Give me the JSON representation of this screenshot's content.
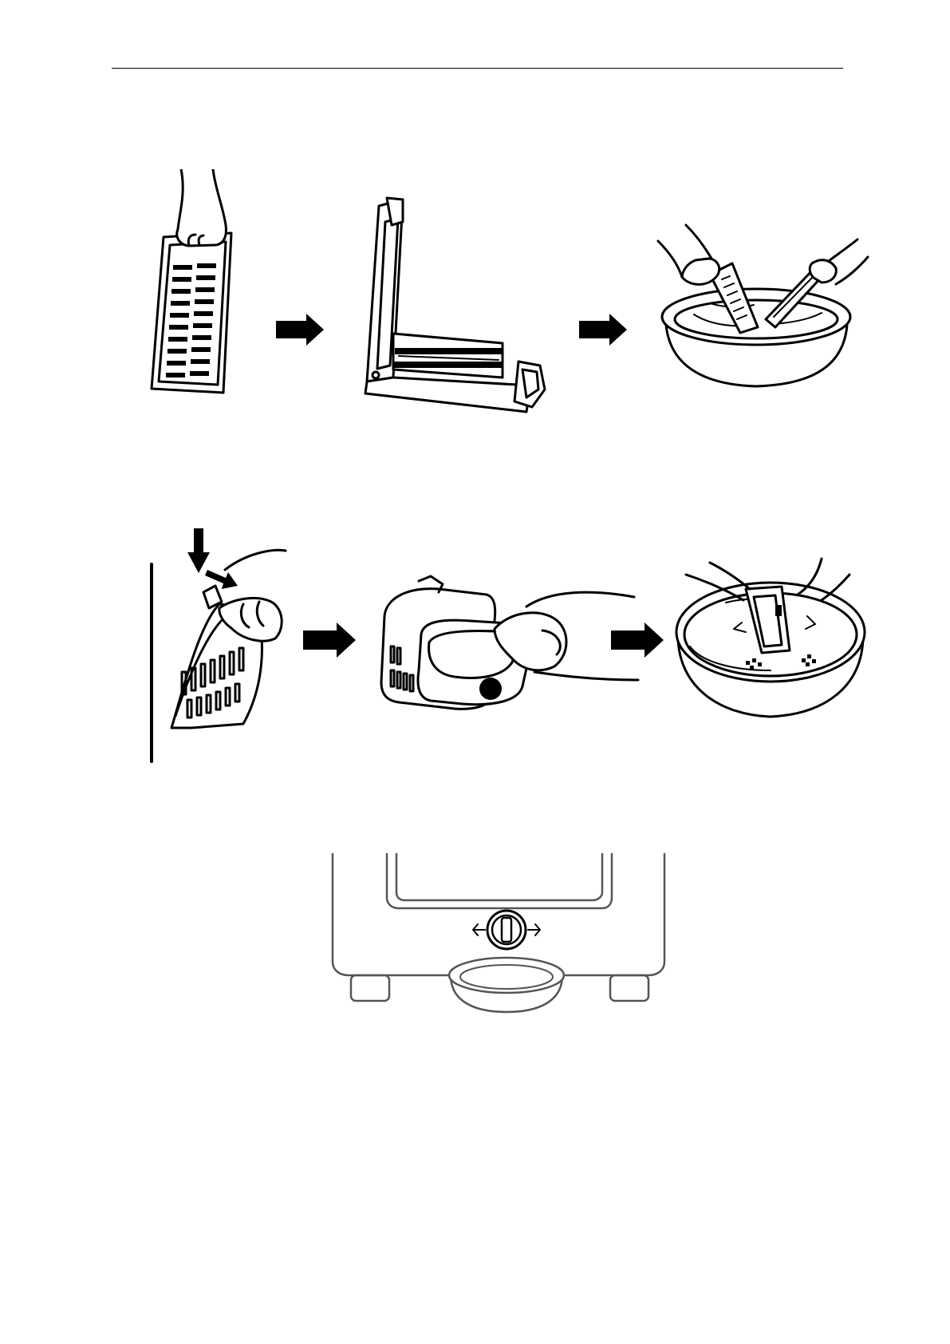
{
  "header": {
    "rule": true
  },
  "figures": [
    {
      "row": 1,
      "steps": [
        "filter-remove",
        "filter-open",
        "filter-wash"
      ]
    },
    {
      "row": 2,
      "steps": [
        "lint-filter-remove",
        "lint-bag-empty",
        "lint-filter-wash"
      ]
    },
    {
      "row": 3,
      "steps": [
        "pump-filter-drain"
      ]
    }
  ],
  "icons": [
    "hand-icon",
    "arrow-right-icon",
    "arrow-down-icon",
    "bowl-icon",
    "knob-icon"
  ]
}
